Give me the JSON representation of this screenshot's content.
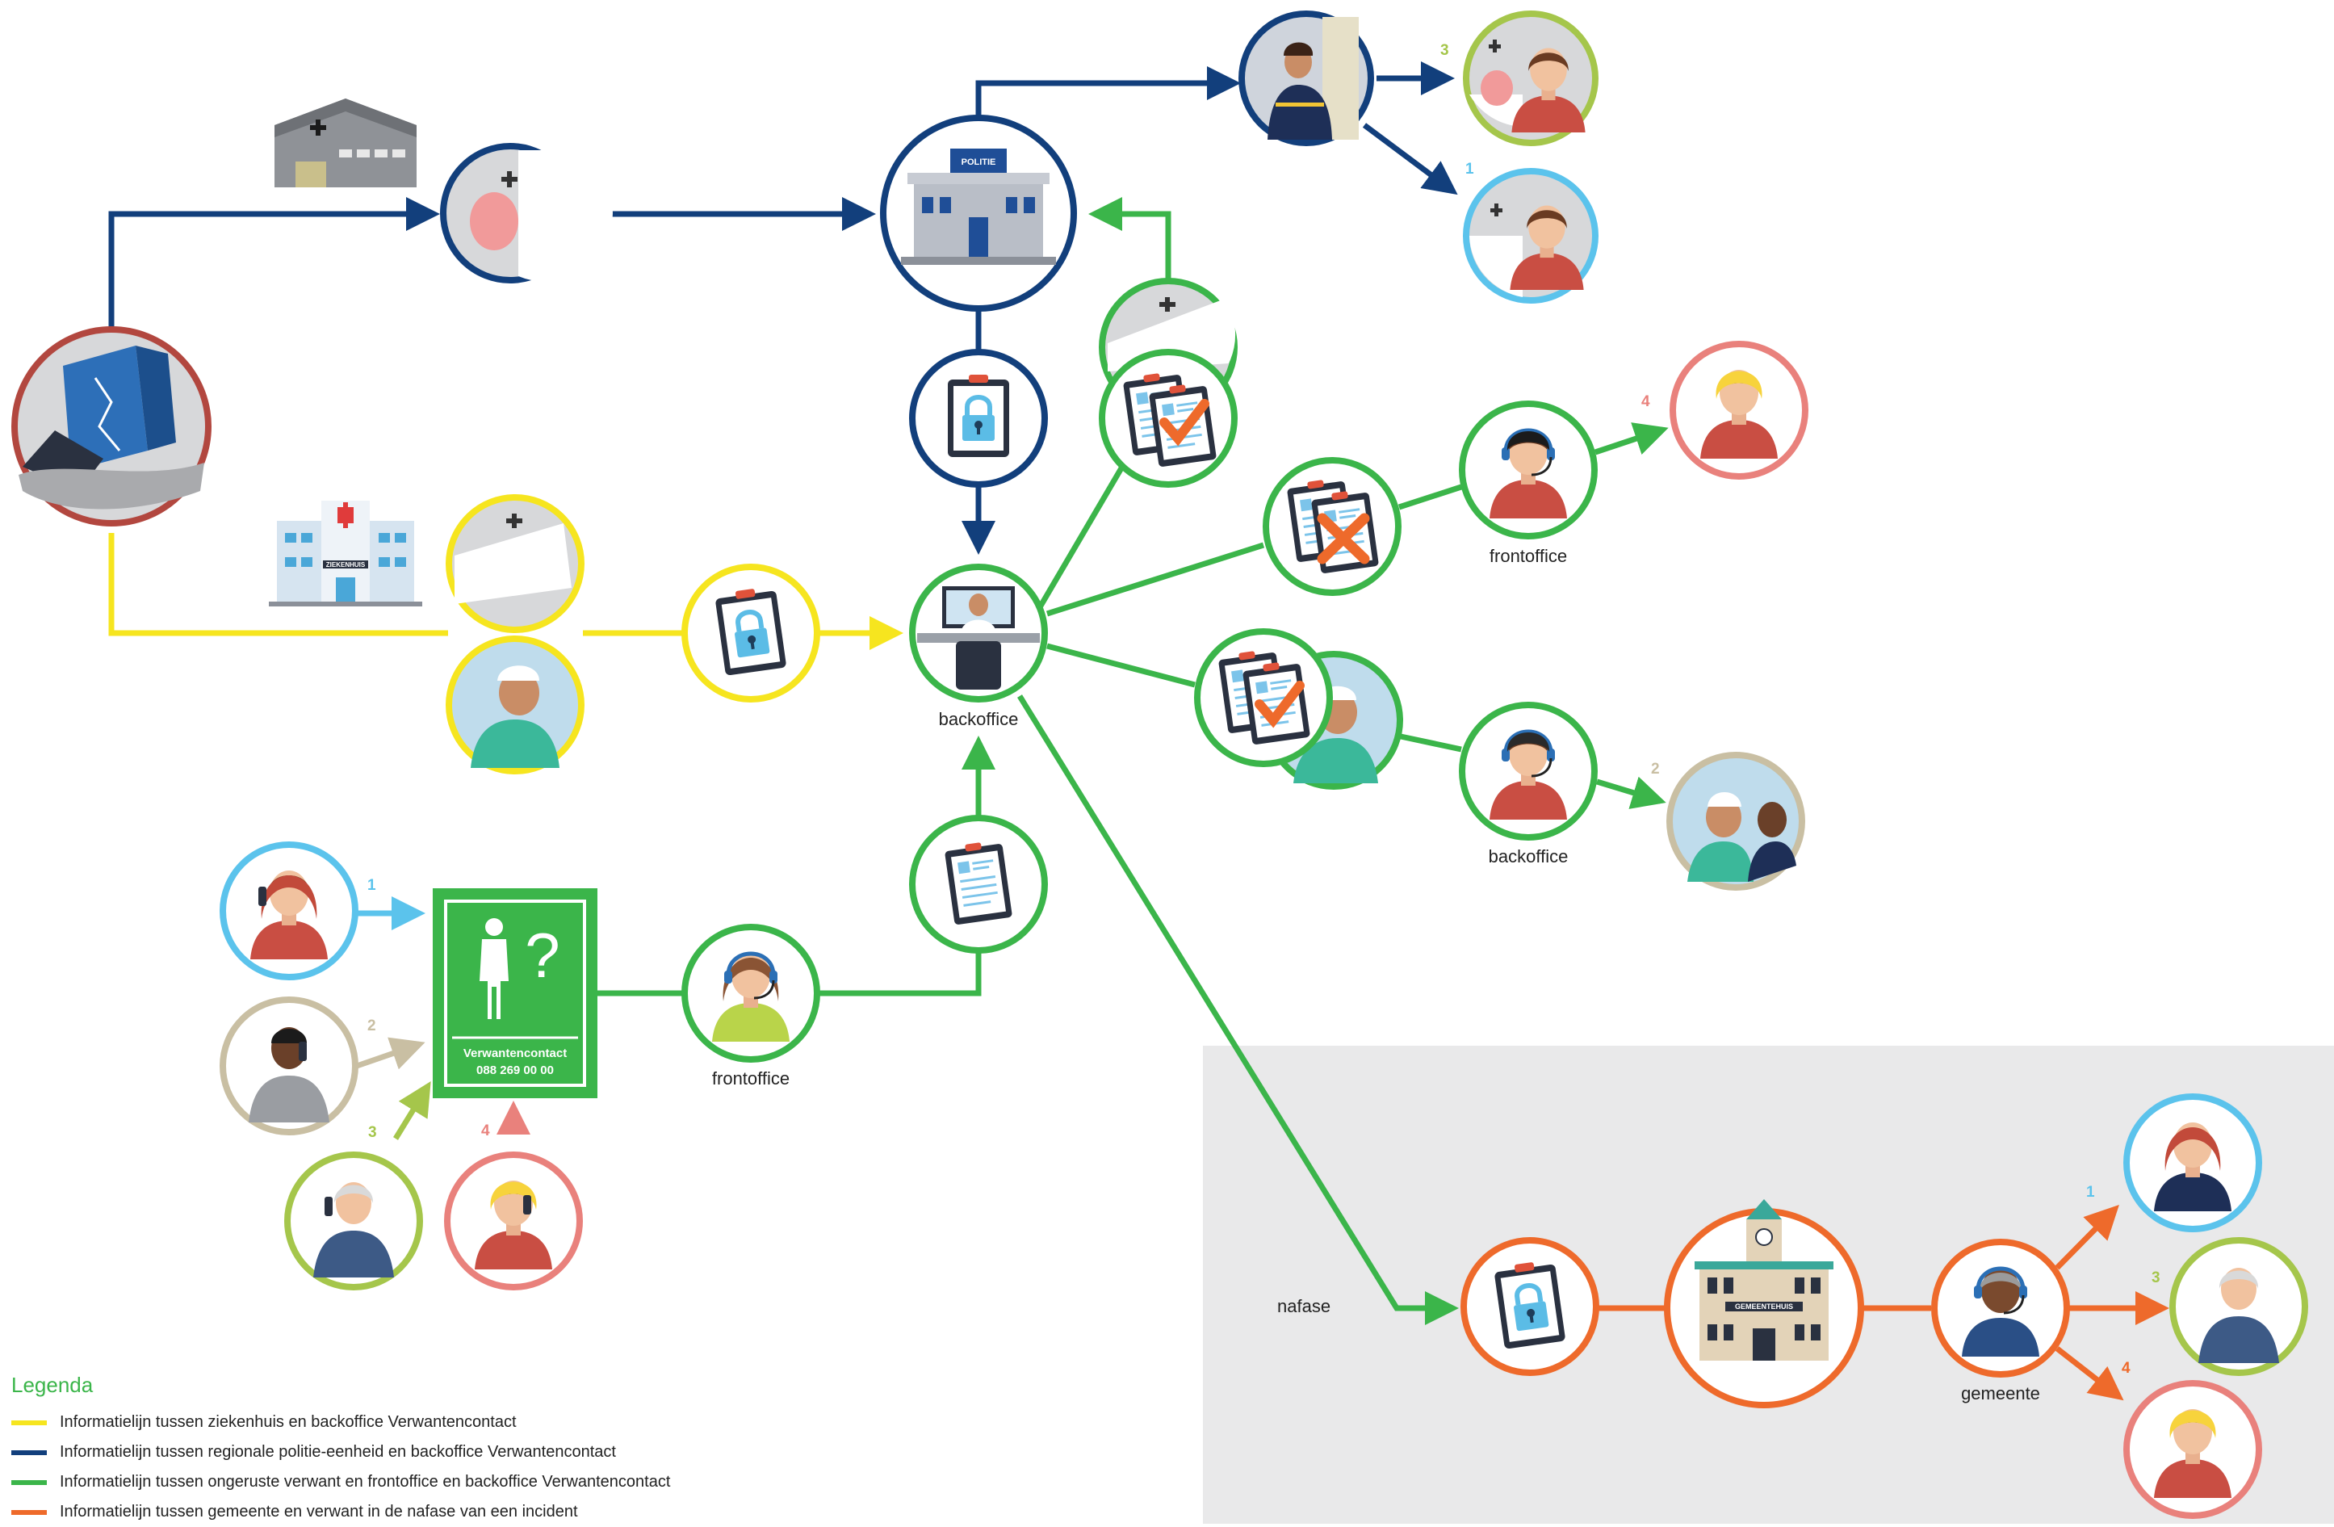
{
  "colors": {
    "yellow": "#f6e51f",
    "darkblue": "#123f7c",
    "green": "#3bb54a",
    "orange": "#ee6a2b",
    "red_border": "#b2473f",
    "lightblue": "#5bc3ec",
    "tan": "#c9bfa3",
    "lime": "#a5c64b",
    "salmon": "#e9817c",
    "gray_panel": "#e9e9ea"
  },
  "labels": {
    "backoffice_center": "backoffice",
    "frontoffice_top": "frontoffice",
    "backoffice_right": "backoffice",
    "frontoffice_bottom": "frontoffice",
    "nafase": "nafase",
    "gemeente": "gemeente"
  },
  "numbers": {
    "top_3": "3",
    "top_1": "1",
    "front_4": "4",
    "back_2": "2",
    "caller_1": "1",
    "caller_2": "2",
    "caller_3": "3",
    "caller_4": "4",
    "gem_1": "1",
    "gem_3": "3",
    "gem_4": "4"
  },
  "signs": {
    "politie": "POLITIE",
    "ziekenhuis": "ZIEKENHUIS",
    "gemeentehuis": "GEMEENTEHUIS",
    "verwanten_title": "Verwantencontact",
    "verwanten_phone": "088 269 00 00"
  },
  "icons": [
    "collapsed-building-icon",
    "warehouse-icon",
    "hospital-icon",
    "police-station-icon",
    "padlock-tablet-icon",
    "checklist-icon",
    "cross-checklist-icon",
    "town-hall-icon",
    "headset-operator-icon",
    "phone-caller-icon",
    "patient-icon",
    "police-officer-icon"
  ],
  "legend": {
    "title": "Legenda",
    "items": [
      {
        "label": "Informatielijn tussen ziekenhuis en backoffice Verwantencontact",
        "color": "#f6e51f"
      },
      {
        "label": "Informatielijn tussen regionale politie-eenheid en backoffice Verwantencontact",
        "color": "#123f7c"
      },
      {
        "label": "Informatielijn tussen ongeruste verwant en frontoffice en backoffice Verwantencontact",
        "color": "#3bb54a"
      },
      {
        "label": "Informatielijn tussen gemeente en verwant in de nafase van een incident",
        "color": "#ee6a2b"
      }
    ]
  }
}
